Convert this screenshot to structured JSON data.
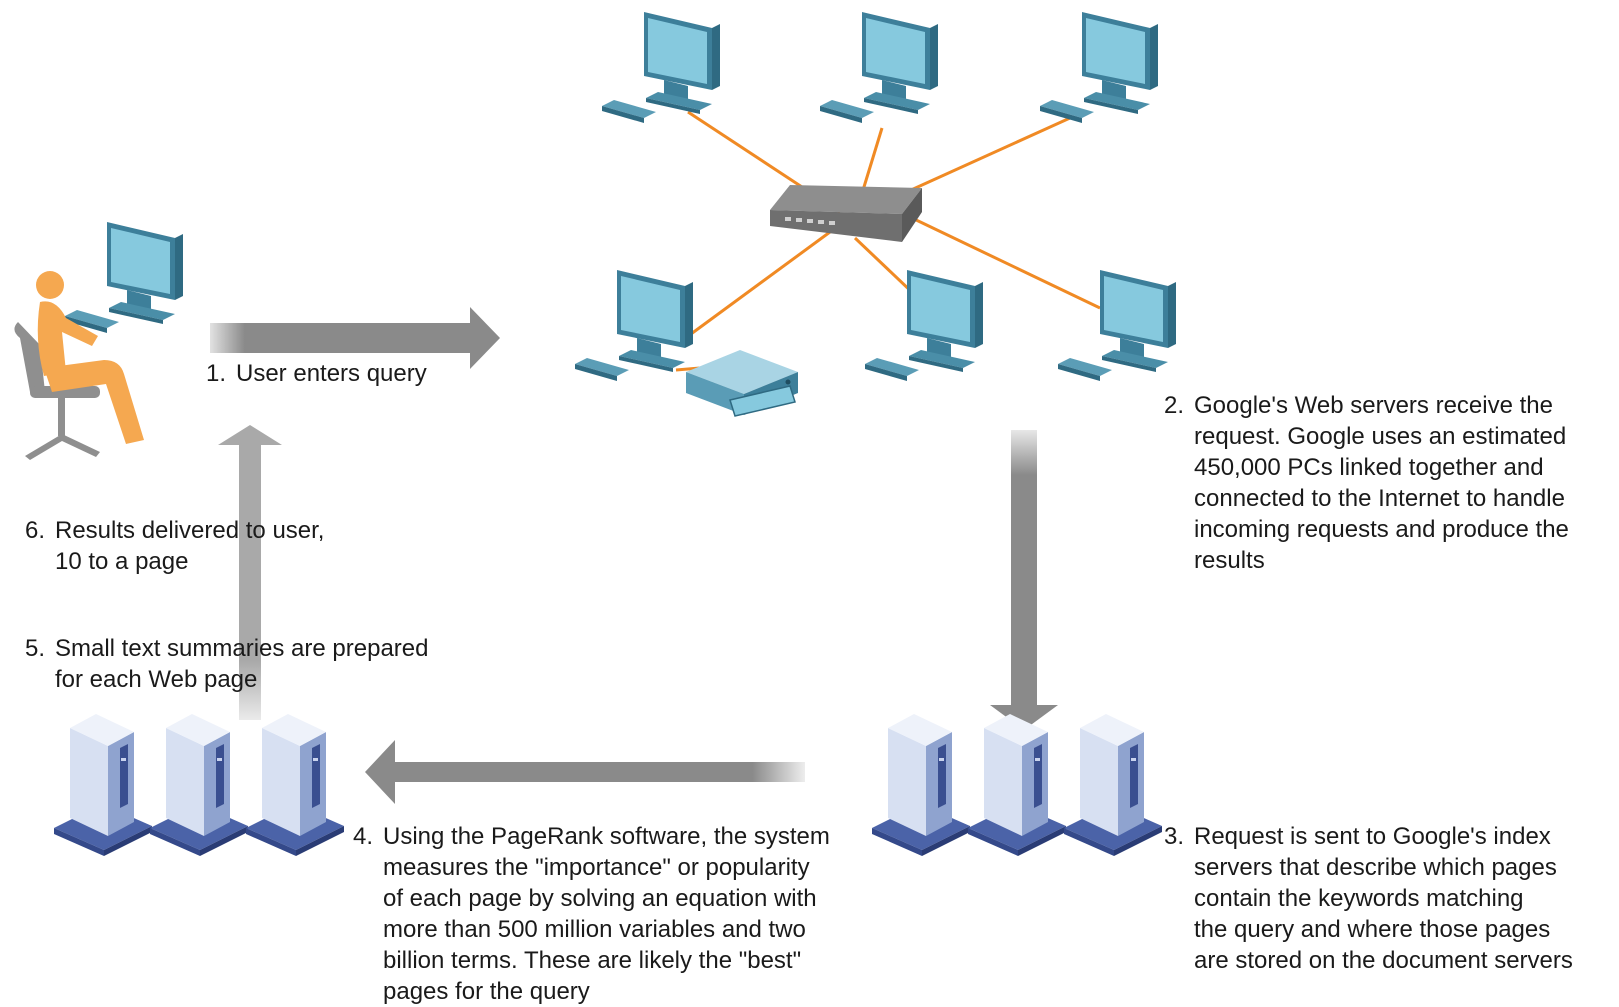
{
  "colors": {
    "arrow": "#8a8a8a",
    "cable": "#f08a24",
    "person": "#f5a850",
    "chair": "#8f8f8f",
    "monitor": "#4a8ea8",
    "monitor_screen": "#7fc4da",
    "server": "#c8d4ea",
    "server_dark": "#4b63a8",
    "switch": "#7d7d7d"
  },
  "icons": [
    "user-at-computer-icon",
    "network-switch-icon",
    "workstation-icon",
    "printer-icon",
    "server-icon"
  ],
  "steps": [
    {
      "id": "step1",
      "number": "1.",
      "text": "User enters query"
    },
    {
      "id": "step2",
      "number": "2.",
      "text": "Google's Web servers receive the\nrequest. Google uses an estimated\n450,000 PCs linked together and\nconnected to the Internet to handle\nincoming requests and produce the\nresults"
    },
    {
      "id": "step3",
      "number": "3.",
      "text": "Request is sent to Google's index\nservers that describe which pages\ncontain the keywords matching\nthe query and where those pages\nare stored on the document servers"
    },
    {
      "id": "step4",
      "number": "4.",
      "text": "Using the PageRank software, the system\nmeasures the \"importance\" or popularity\nof each page by solving an equation with\nmore than 500 million variables and two\nbillion terms. These are likely the \"best\"\npages for the query"
    },
    {
      "id": "step5",
      "number": "5.",
      "text": "Small text summaries are prepared\nfor each Web page"
    },
    {
      "id": "step6",
      "number": "6.",
      "text": "Results delivered to user,\n10 to a page"
    }
  ]
}
